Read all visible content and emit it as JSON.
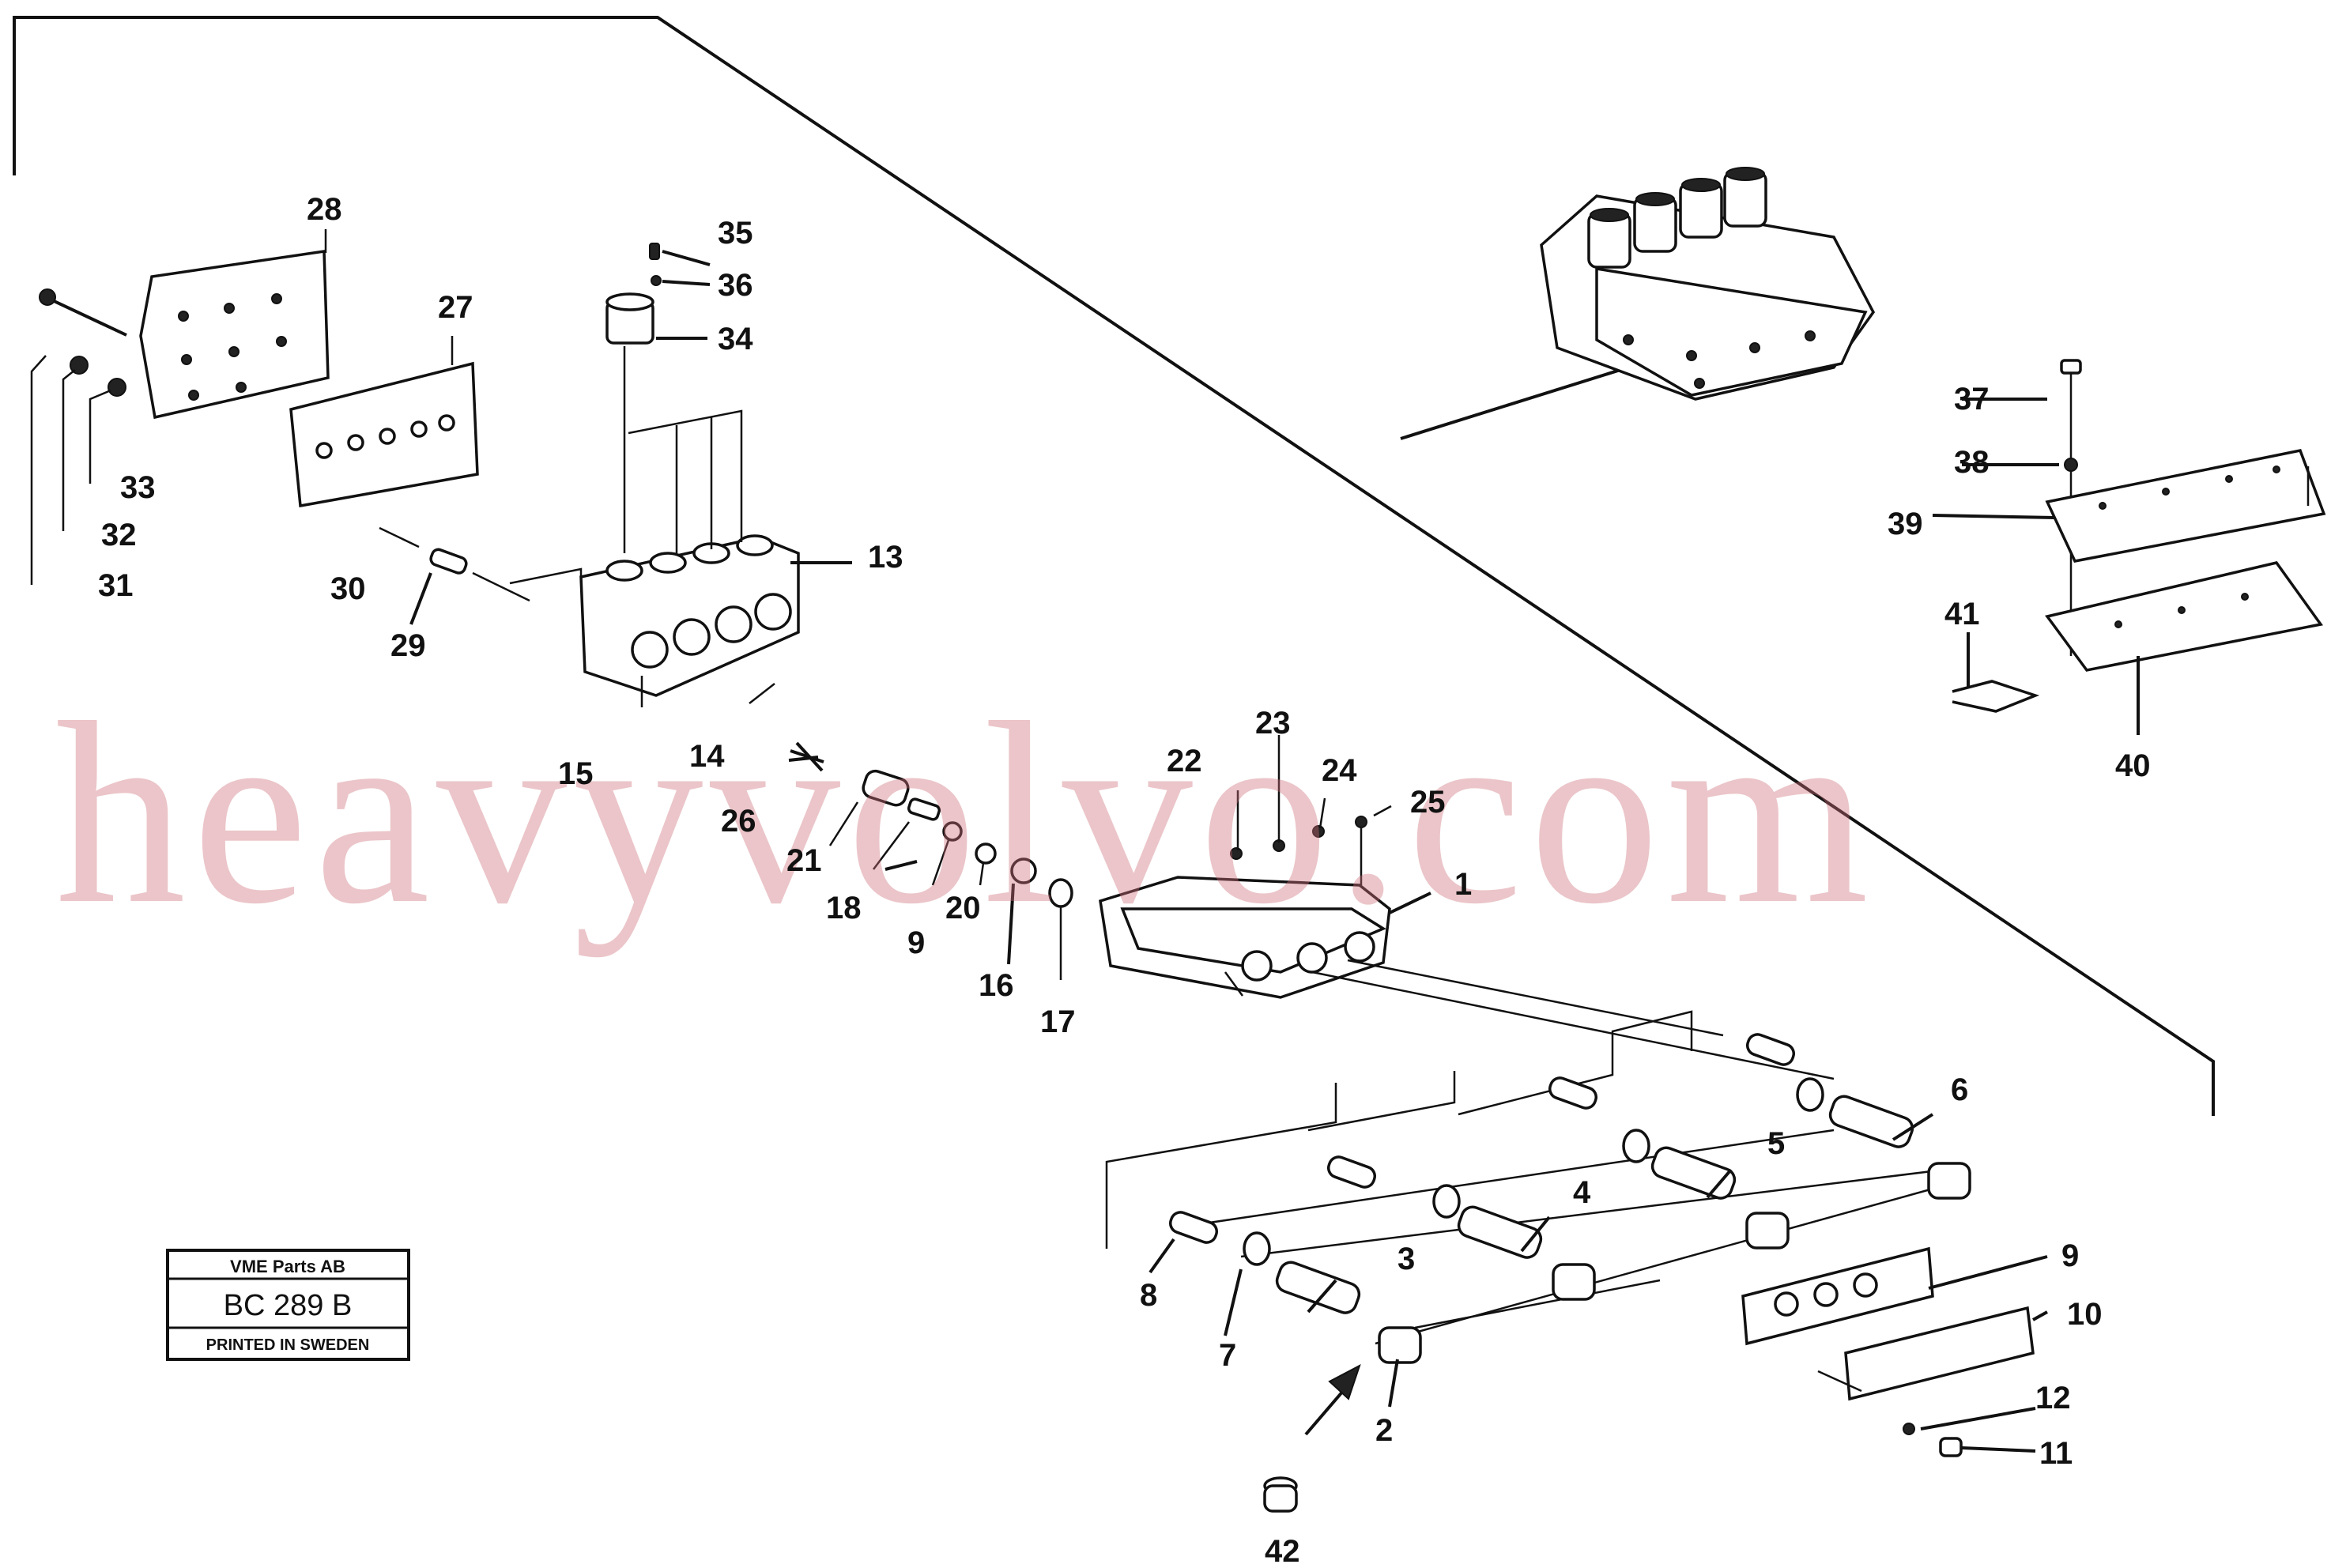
{
  "watermark": "heavyvolvo.com",
  "stamp": {
    "company": "VME Parts AB",
    "code": "BC 289 B",
    "printed": "PRINTED IN SWEDEN"
  },
  "callouts": {
    "c1": "1",
    "c2": "2",
    "c3": "3",
    "c4": "4",
    "c5": "5",
    "c6": "6",
    "c7": "7",
    "c8": "8",
    "c9a": "9",
    "c9b": "9",
    "c10": "10",
    "c11": "11",
    "c12": "12",
    "c13": "13",
    "c14": "14",
    "c15": "15",
    "c16": "16",
    "c17": "17",
    "c18": "18",
    "c20": "20",
    "c21": "21",
    "c22": "22",
    "c23": "23",
    "c24": "24",
    "c25": "25",
    "c26": "26",
    "c27": "27",
    "c28": "28",
    "c29": "29",
    "c30": "30",
    "c31": "31",
    "c32": "32",
    "c33": "33",
    "c34": "34",
    "c35": "35",
    "c36": "36",
    "c37": "37",
    "c38": "38",
    "c39": "39",
    "c40": "40",
    "c41": "41",
    "c42": "42"
  }
}
